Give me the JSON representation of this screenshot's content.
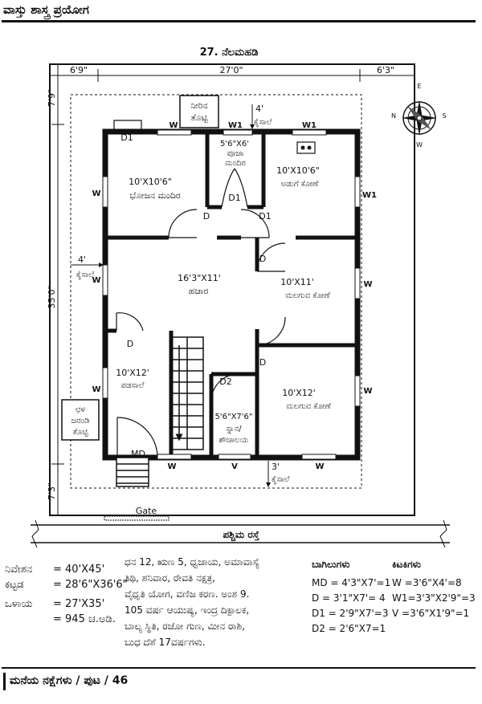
{
  "header": {
    "title": "ವಾಸ್ತು ಶಾಸ್ತ್ರ ಪ್ರಯೋಗ"
  },
  "plan": {
    "title": "27. ನೆಲಮಹಡಿ",
    "dims": {
      "top_left": "6'9\"",
      "top_mid": "27'0\"",
      "top_right": "6'3\"",
      "left_top": "7'9\"",
      "left_mid": "35'0\"",
      "left_bot": "7'3\"",
      "setback_top": "4'",
      "setback_left": "4'",
      "setback_bottom": "3'"
    },
    "kaisale": "ಕೈಸಾಲೆ",
    "sump": [
      "ನೀರಿನ",
      "ತೊಟ್ಟಿ"
    ],
    "tank": [
      "ಛಳ",
      "ಜರಂಡಿ",
      "ತೊಟ್ಟಿ"
    ],
    "rooms": {
      "pooja_size": "5'6\"X6'",
      "pooja_name": [
        "ಪೂಜಾ",
        "ಮಂದಿರ"
      ],
      "dining_size": "10'X10'6\"",
      "dining_name": "ಭೋಜನ ಮಂದಿರ",
      "kitchen_size": "10'X10'6\"",
      "kitchen_name": "ಅಡುಗೆ ಕೋಣೆ",
      "hall_size": "16'3\"X11'",
      "hall_name": "ಹಜಾರ",
      "bed1_size": "10'X11'",
      "bed1_name": "ಮಲಗುವ ಕೋಣೆ",
      "verandah_size": "10'X12'",
      "verandah_name": "ಪಡಸಾಲೆ",
      "bath_size": "5'6\"X7'6\"",
      "bath_name": [
        "ಸ್ನಾನ/",
        "ಶೌಚಾಲಯ"
      ],
      "bed2_size": "10'X12'",
      "bed2_name": "ಮಲಗುವ ಕೋಣೆ"
    },
    "labels": {
      "W": "W",
      "W1": "W1",
      "V": "V",
      "D": "D",
      "D1": "D1",
      "D2": "D2",
      "MD": "MD"
    },
    "gate": "Gate",
    "road": "ಪಶ್ಚಿಮ ರಸ್ತೆ",
    "compass": {
      "n": "N",
      "e": "E",
      "s": "S",
      "w": "W"
    }
  },
  "legend": {
    "areas": [
      {
        "label": "ನಿವೇಶನ",
        "value": "= 40'X45'"
      },
      {
        "label": "ಕಟ್ಟಡ",
        "value": "= 28'6\"X36'6\""
      },
      {
        "label": "ಒಳಾಯ",
        "value": "= 27'X35'"
      },
      {
        "label": "",
        "value": "= 945 ಚ.ಅಡಿ."
      }
    ],
    "astro": [
      "ಧನ 12, ಋಣ 5, ಧ್ವಜಾಯ, ಅಮಾವಾಸ್ಯೆ",
      "ತಿಥಿ, ಶನಿವಾರ, ರೇವತಿ ನಕ್ಷತ್ರ,",
      "ವೈಧೃತಿ ಯೋಗ, ವಣಿಜ ಕರಣ. ಅಂಶ 9.",
      "105 ವರ್ಷ ಆಯುಷ್ಯ, ಇಂದ್ರ ದಿಕ್ಪಾಲಕ,",
      "ಬಾಲ್ಯ ಸ್ಥಿತಿ, ರಜೋ ಗುಣ, ಮೀನ ರಾಶಿ,",
      "ಬುಧ ದೆಶೆ 17ವರ್ಷಗಳು."
    ],
    "doors_title": "ಬಾಗಿಲುಗಳು",
    "doors": [
      "MD = 4'3\"X7'=1",
      "D   = 3'1\"X7'= 4",
      "D1  = 2'9\"X7'=3",
      "D2  = 2'6\"X7=1"
    ],
    "windows_title": "ಕಿಟಕಿಗಳು",
    "windows": [
      "W  =3'6\"X4'=8",
      "W1=3'3\"X2'9\"=3",
      "V  =3'6\"X1'9\"=1"
    ]
  },
  "footer": {
    "text": "ಮನೆಯ ನಕ್ಷೆಗಳು / ಪುಟ / 46"
  }
}
